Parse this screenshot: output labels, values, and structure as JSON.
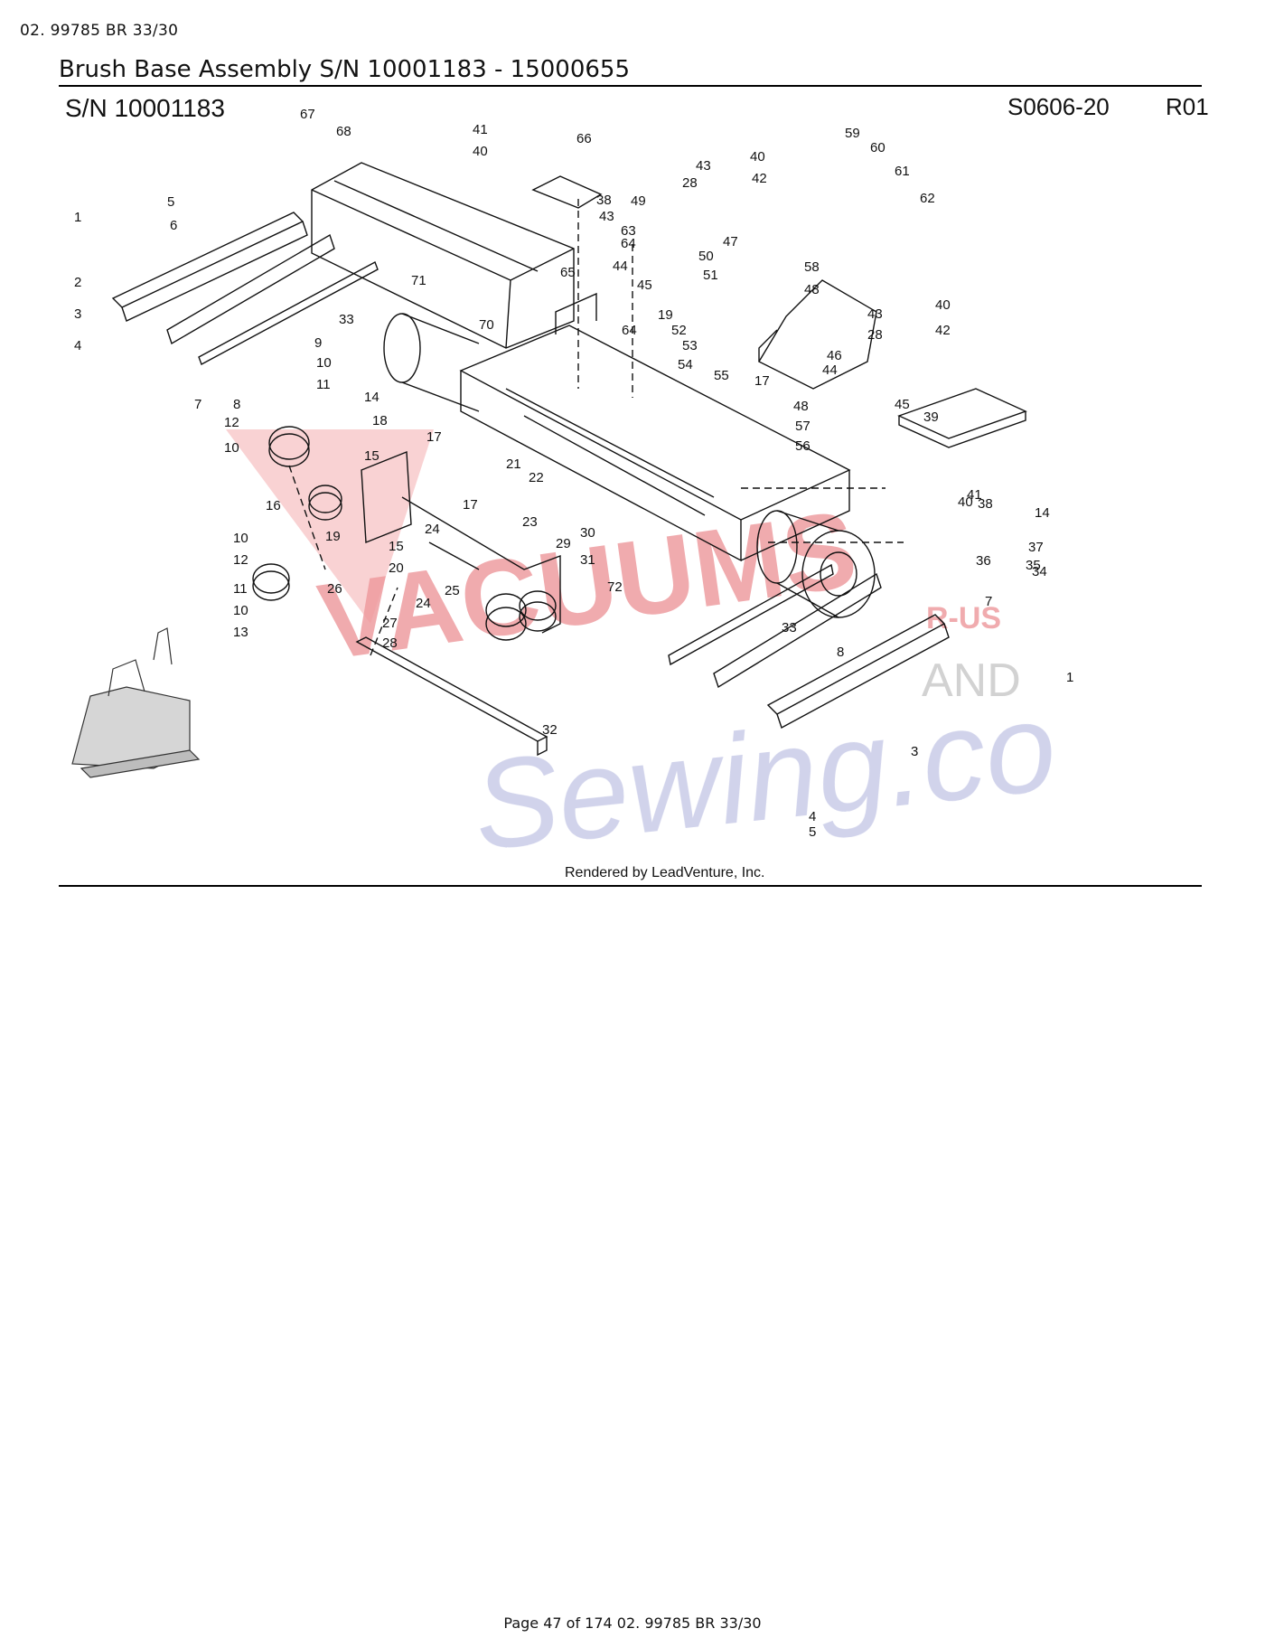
{
  "header_ref": "02. 99785 BR 33/30",
  "page_title": "Brush Base Assembly S/N 10001183 - 15000655",
  "serial_label": "S/N 10001183",
  "drawing_number": "S0606-20",
  "revision": "R01",
  "rendered_by": "Rendered by LeadVenture, Inc.",
  "watermark": {
    "line1": "VACUUMS",
    "line2": "R-US",
    "line3": "AND",
    "line4": "Sewing.co",
    "colors": {
      "red": "#e8747a",
      "blue": "#8f94c9"
    }
  },
  "callouts": [
    {
      "n": "1"
    },
    {
      "n": "2"
    },
    {
      "n": "3"
    },
    {
      "n": "4"
    },
    {
      "n": "5"
    },
    {
      "n": "6"
    },
    {
      "n": "7"
    },
    {
      "n": "8"
    },
    {
      "n": "9"
    },
    {
      "n": "10"
    },
    {
      "n": "11"
    },
    {
      "n": "12"
    },
    {
      "n": "14"
    },
    {
      "n": "18"
    },
    {
      "n": "10"
    },
    {
      "n": "15"
    },
    {
      "n": "16"
    },
    {
      "n": "17"
    },
    {
      "n": "19"
    },
    {
      "n": "15"
    },
    {
      "n": "20"
    },
    {
      "n": "21"
    },
    {
      "n": "22"
    },
    {
      "n": "17"
    },
    {
      "n": "23"
    },
    {
      "n": "24"
    },
    {
      "n": "29"
    },
    {
      "n": "30"
    },
    {
      "n": "31"
    },
    {
      "n": "72"
    },
    {
      "n": "26"
    },
    {
      "n": "24"
    },
    {
      "n": "25"
    },
    {
      "n": "27"
    },
    {
      "n": "28"
    },
    {
      "n": "32"
    },
    {
      "n": "10"
    },
    {
      "n": "12"
    },
    {
      "n": "11"
    },
    {
      "n": "10"
    },
    {
      "n": "13"
    },
    {
      "n": "67"
    },
    {
      "n": "68"
    },
    {
      "n": "71"
    },
    {
      "n": "33"
    },
    {
      "n": "70"
    },
    {
      "n": "41"
    },
    {
      "n": "40"
    },
    {
      "n": "66"
    },
    {
      "n": "38"
    },
    {
      "n": "43"
    },
    {
      "n": "63"
    },
    {
      "n": "64"
    },
    {
      "n": "65"
    },
    {
      "n": "64"
    },
    {
      "n": "43"
    },
    {
      "n": "28"
    },
    {
      "n": "49"
    },
    {
      "n": "44"
    },
    {
      "n": "45"
    },
    {
      "n": "40"
    },
    {
      "n": "42"
    },
    {
      "n": "47"
    },
    {
      "n": "50"
    },
    {
      "n": "51"
    },
    {
      "n": "19"
    },
    {
      "n": "52"
    },
    {
      "n": "53"
    },
    {
      "n": "54"
    },
    {
      "n": "55"
    },
    {
      "n": "17"
    },
    {
      "n": "59"
    },
    {
      "n": "60"
    },
    {
      "n": "61"
    },
    {
      "n": "62"
    },
    {
      "n": "58"
    },
    {
      "n": "48"
    },
    {
      "n": "43"
    },
    {
      "n": "28"
    },
    {
      "n": "40"
    },
    {
      "n": "42"
    },
    {
      "n": "46"
    },
    {
      "n": "44"
    },
    {
      "n": "48"
    },
    {
      "n": "57"
    },
    {
      "n": "56"
    },
    {
      "n": "45"
    },
    {
      "n": "39"
    },
    {
      "n": "40"
    },
    {
      "n": "41"
    },
    {
      "n": "38"
    },
    {
      "n": "14"
    },
    {
      "n": "36"
    },
    {
      "n": "37"
    },
    {
      "n": "34"
    },
    {
      "n": "33"
    },
    {
      "n": "8"
    },
    {
      "n": "7"
    },
    {
      "n": "35"
    },
    {
      "n": "1"
    },
    {
      "n": "3"
    },
    {
      "n": "4"
    },
    {
      "n": "5"
    }
  ],
  "footer": "Page 47 of 174 02. 99785 BR 33/30"
}
